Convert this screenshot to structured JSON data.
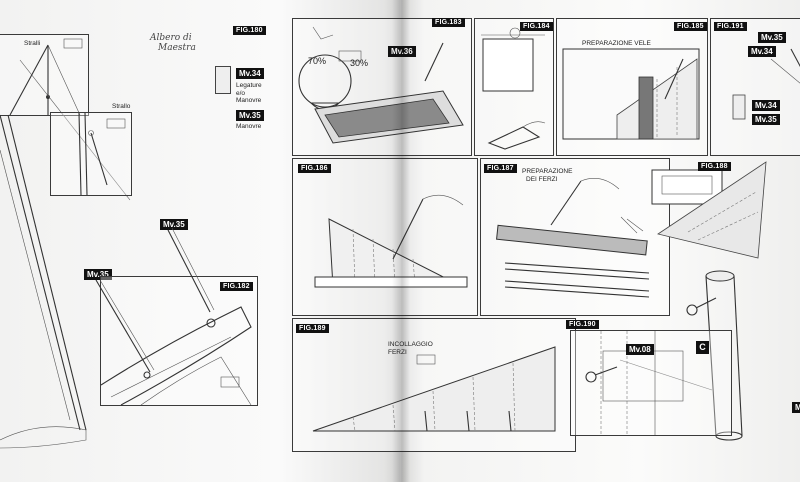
{
  "left_page": {
    "fig180": {
      "label": "FIG.180",
      "title_line1": "Albero di",
      "title_line2": "Maestra"
    },
    "stralli": "Stralli",
    "strallo": "Strallo",
    "mv34": {
      "code": "Mv.34",
      "text": [
        "Legature",
        "e/o",
        "Manovre"
      ]
    },
    "mv35": {
      "code": "Mv.35",
      "text": "Manovre"
    },
    "mv35_a": "Mv.35",
    "mv35_b": "Mv.35",
    "fig182": "FIG.182"
  },
  "right_page": {
    "fig183": {
      "label": "FIG.183",
      "pct_left": "70%",
      "pct_right": "30%",
      "mv": "Mv.36"
    },
    "fig184": "FIG.184",
    "fig185": {
      "label": "FIG.185",
      "title": "PREPARAZIONE VELE"
    },
    "fig191": {
      "label": "FIG.191",
      "mv35": "Mv.35",
      "mv34": "Mv.34",
      "mv34_b": "Mv.34",
      "mv35_b": "Mv.35"
    },
    "fig186": "FIG.186",
    "fig187": {
      "label": "FIG.187",
      "title": [
        "PREPARAZIONE",
        "DEI FERZI"
      ]
    },
    "fig188": "FIG.188",
    "fig189": {
      "label": "FIG.189",
      "title": [
        "INCOLLAGGIO",
        "FERZI"
      ]
    },
    "fig190": {
      "label": "FIG.190",
      "mv": "Mv.08"
    },
    "c_badge": "C",
    "edge_m": "M"
  }
}
